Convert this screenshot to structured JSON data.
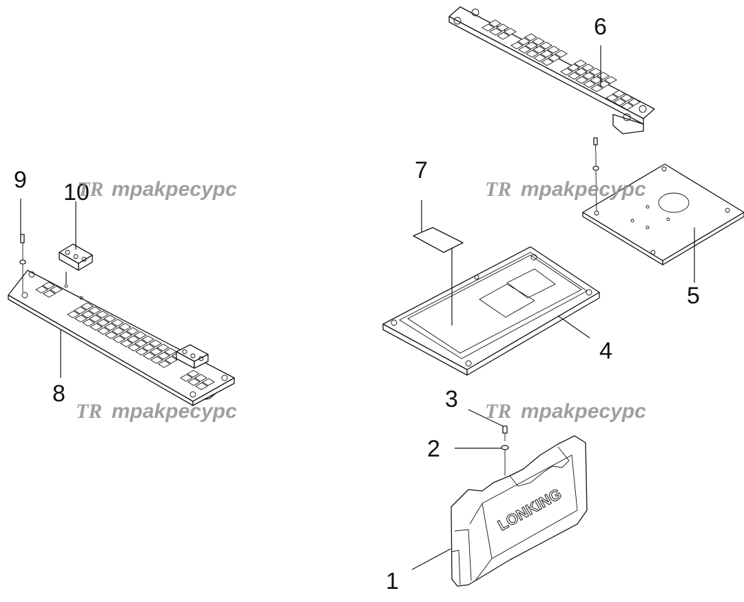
{
  "callouts": {
    "c1": "1",
    "c2": "2",
    "c3": "3",
    "c4": "4",
    "c5": "5",
    "c6": "6",
    "c7": "7",
    "c8": "8",
    "c9": "9",
    "c10": "10"
  },
  "watermark": {
    "logo": "TR",
    "text": "трakpecypc"
  },
  "brand_text": "LONKING"
}
